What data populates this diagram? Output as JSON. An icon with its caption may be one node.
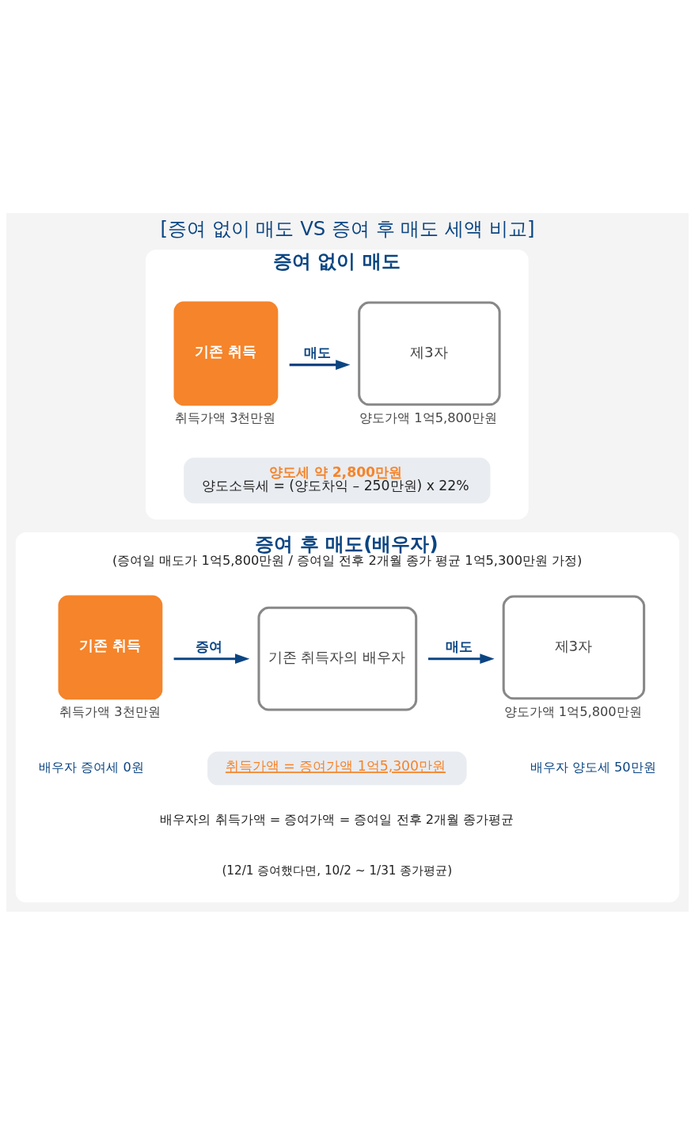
{
  "diagram": {
    "title": "[증여 없이 매도 VS 증여 후 매도 세액 비교]",
    "nodes": [
      {
        "text": [
          "증여 없이 매도"
        ]
      },
      {
        "text": [
          "기존 취득"
        ],
        "beside": [
          "취득가액 3천만원"
        ],
        "in": 0
      },
      {
        "text": [
          "제3자"
        ],
        "beside": [
          "양도가액 1억5,800만원"
        ],
        "in": 0
      },
      {
        "text": [
          "양도세 약 2,800만원",
          "양도소득세 = (양도차익 – 250만원) x 22%"
        ],
        "in": 0
      },
      {
        "text": [
          "증여 후 매도(배우자)",
          "(증여일 매도가 1억5,800만원 / 증여일 전후 2개월 종가 평균 1억5,300만원 가정)"
        ]
      },
      {
        "text": [
          "기존 취득"
        ],
        "beside": [
          "취득가액 3천만원"
        ],
        "in": 4
      },
      {
        "text": [
          "기존 취득자의 배우자"
        ],
        "in": 4
      },
      {
        "text": [
          "제3자"
        ],
        "beside": [
          "양도가액 1억5,800만원"
        ],
        "in": 4
      },
      {
        "text": [
          "취득가액 = 증여가액 1억5,300만원"
        ],
        "in": 4
      }
    ],
    "edges": [
      {
        "from": 1,
        "to": 2,
        "arrow": "to",
        "label": "매도"
      },
      {
        "from": 5,
        "to": 6,
        "arrow": "to",
        "label": "증여"
      },
      {
        "from": 6,
        "to": 7,
        "arrow": "to",
        "label": "매도"
      }
    ],
    "labels": [
      "배우자 증여세 0원",
      "배우자 양도세 50만원",
      "배우자의 취득가액 = 증여가액 = 증여일 전후 2개월 종가평균",
      "(12/1 증여했다면, 10/2 ~ 1/31 종가평균)"
    ]
  }
}
